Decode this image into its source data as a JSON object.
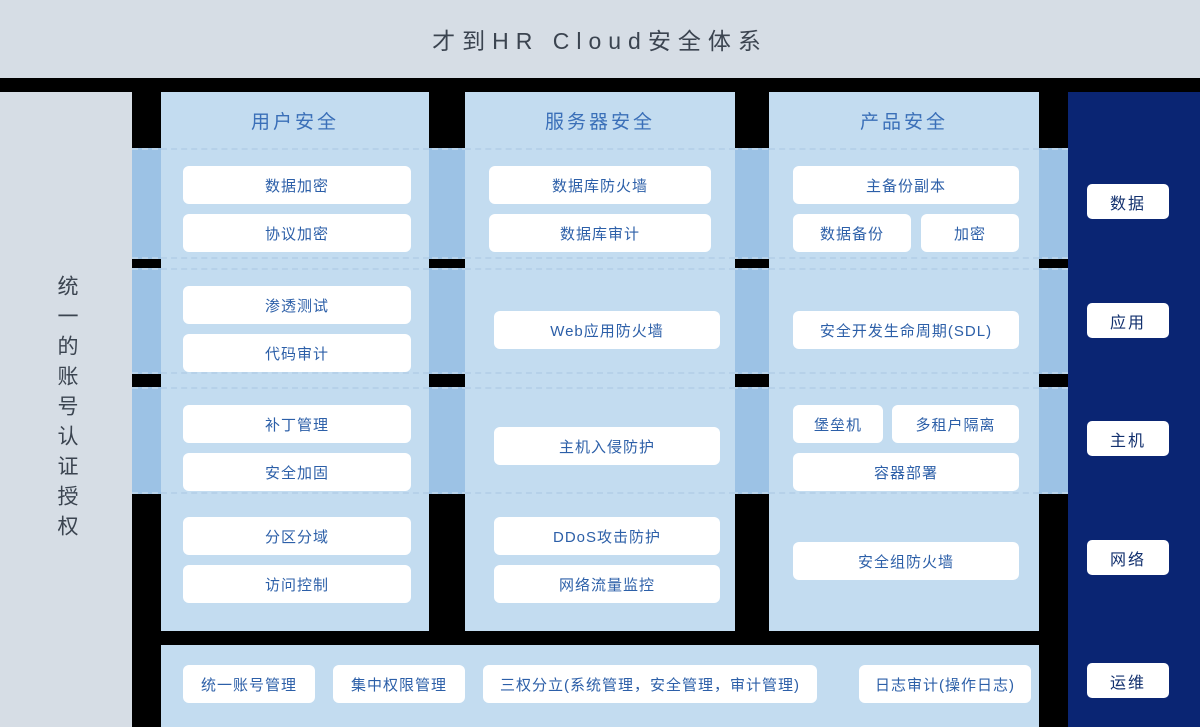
{
  "header": {
    "title": "才到HR Cloud安全体系"
  },
  "left_panel": {
    "label": "统一的账号认证授权"
  },
  "right_panel": {
    "pills": [
      {
        "label": "数据"
      },
      {
        "label": "应用"
      },
      {
        "label": "主机"
      },
      {
        "label": "网络"
      },
      {
        "label": "运维"
      }
    ]
  },
  "columns": [
    {
      "title": "用户安全",
      "rows": [
        {
          "banded": true,
          "chips": [
            {
              "label": "数据加密"
            },
            {
              "label": "协议加密"
            }
          ]
        },
        {
          "banded": true,
          "chips": [
            {
              "label": "渗透测试"
            },
            {
              "label": "代码审计"
            }
          ]
        },
        {
          "banded": true,
          "chips": [
            {
              "label": "补丁管理"
            },
            {
              "label": "安全加固"
            }
          ]
        },
        {
          "banded": false,
          "chips": [
            {
              "label": "分区分域"
            },
            {
              "label": "访问控制"
            }
          ]
        }
      ]
    },
    {
      "title": "服务器安全",
      "rows": [
        {
          "banded": true,
          "chips": [
            {
              "label": "数据库防火墙"
            },
            {
              "label": "数据库审计"
            }
          ]
        },
        {
          "banded": true,
          "chips": [
            {
              "label": "Web应用防火墙"
            }
          ]
        },
        {
          "banded": true,
          "chips": [
            {
              "label": "主机入侵防护"
            }
          ]
        },
        {
          "banded": false,
          "chips": [
            {
              "label": "DDoS攻击防护"
            },
            {
              "label": "网络流量监控"
            }
          ]
        }
      ]
    },
    {
      "title": "产品安全",
      "rows": [
        {
          "banded": true,
          "chips": [
            {
              "label": "主备份副本"
            },
            {
              "label": "数据备份"
            },
            {
              "label": "加密"
            }
          ]
        },
        {
          "banded": true,
          "chips": [
            {
              "label": "安全开发生命周期(SDL)"
            }
          ]
        },
        {
          "banded": true,
          "chips": [
            {
              "label": "堡垒机"
            },
            {
              "label": "多租户隔离"
            },
            {
              "label": "容器部署"
            }
          ]
        },
        {
          "banded": false,
          "chips": [
            {
              "label": "安全组防火墙"
            }
          ]
        }
      ]
    }
  ],
  "bottom_bar": {
    "chips": [
      {
        "label": "统一账号管理"
      },
      {
        "label": "集中权限管理"
      },
      {
        "label": "三权分立(系统管理，安全管理，审计管理)"
      },
      {
        "label": "日志审计(操作日志)"
      }
    ]
  },
  "colors": {
    "page_background": "#000000",
    "header_background": "#d6dde5",
    "panel_light": "#c3dcf0",
    "band_blue": "#9cc2e5",
    "navy": "#0a2573",
    "chip_text": "#2c5fa8",
    "title_text": "#3b4450"
  }
}
